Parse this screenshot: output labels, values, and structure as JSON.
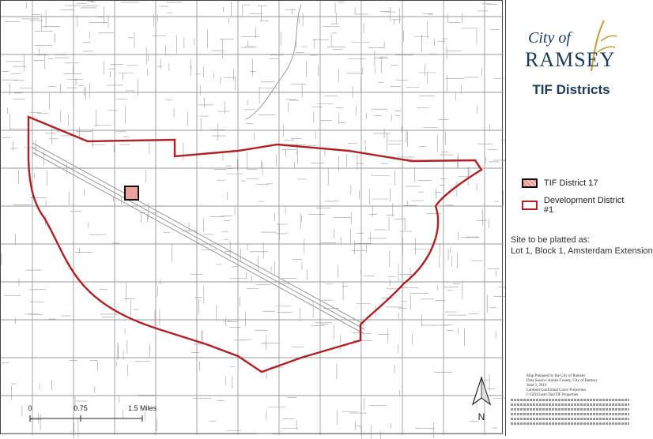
{
  "map": {
    "title": "TIF Districts",
    "logo": {
      "line1": "City of",
      "line2": "RAMSEY"
    },
    "legend": [
      {
        "label": "TIF District 17",
        "swatch": "hatched-pink",
        "color": "#e8928a"
      },
      {
        "label": "Development District #1",
        "swatch": "red-outline",
        "color": "#b21f24"
      }
    ],
    "site_note": [
      "Site to be platted as:",
      "Lot 1, Block 1, Amsterdam Extension"
    ],
    "credits": [
      "Map Prepared by the City of Ramsey",
      "Data Source: Anoka County, City of Ramsey",
      "June 3, 2019",
      "Lambert Conformal Conic Projection",
      "I:\\GIS\\Users\\Tim\\TIF Properties"
    ],
    "scale": {
      "labels": [
        "0",
        "0.75",
        "1.5 Miles"
      ]
    },
    "north_label": "N",
    "colors": {
      "boundary": "#b21f24",
      "streets": "#8f8f8f",
      "navy": "#1c3b5a"
    }
  }
}
